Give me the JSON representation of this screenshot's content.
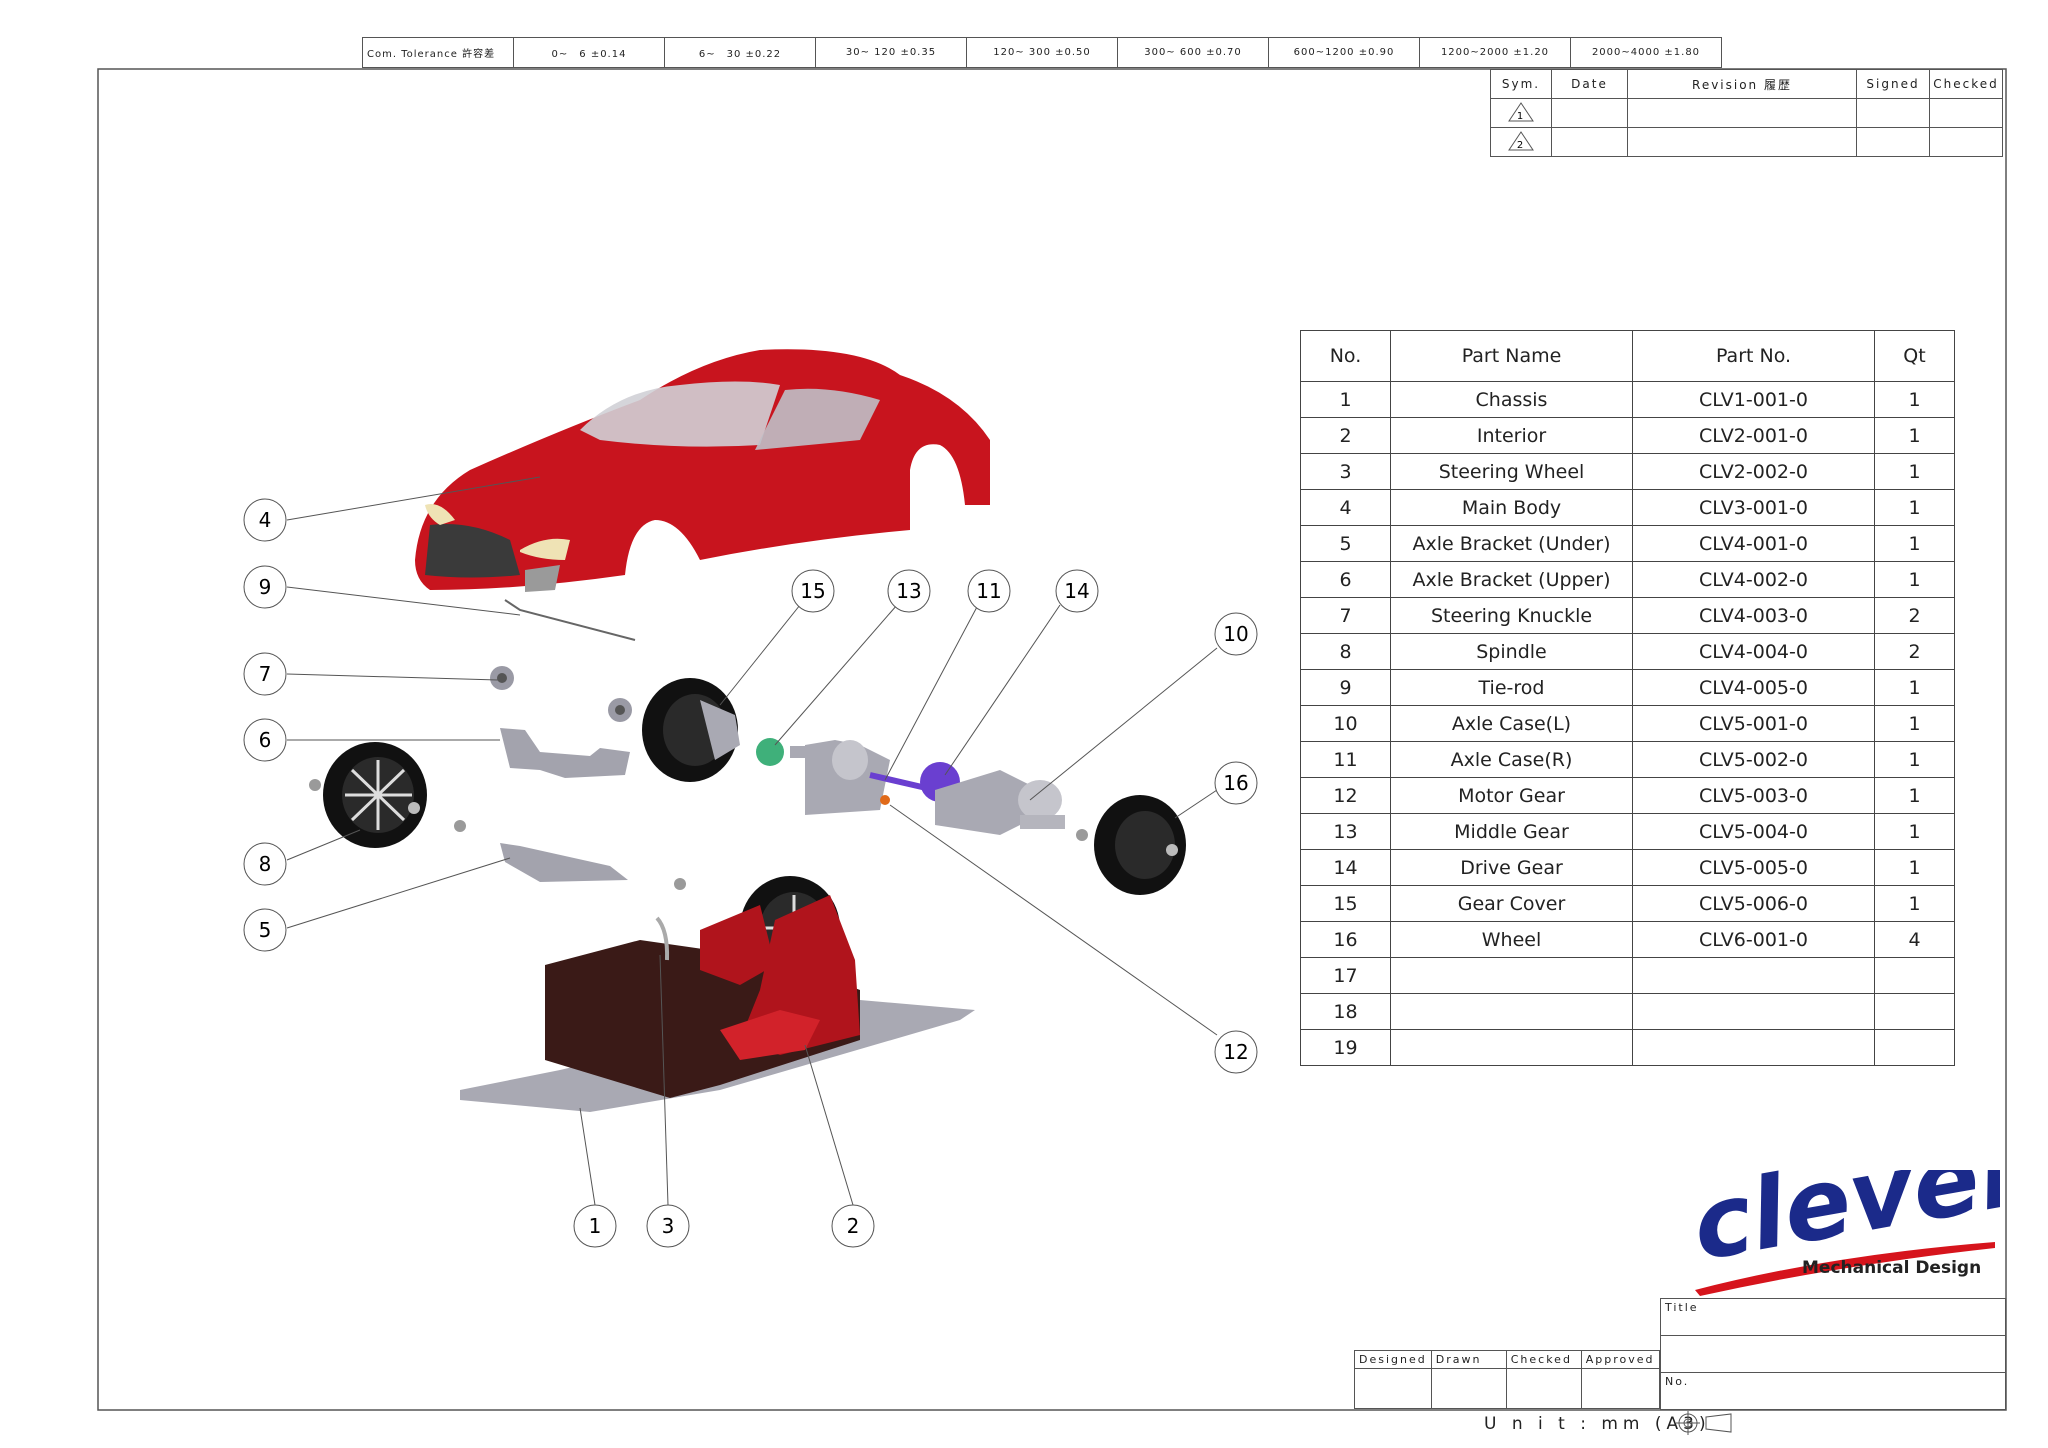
{
  "tolerance": {
    "label": "Com. Tolerance 許容差",
    "ranges": [
      "0~　6 ±0.14",
      "6~　30 ±0.22",
      "30~ 120 ±0.35",
      "120~ 300 ±0.50",
      "300~ 600 ±0.70",
      "600~1200 ±0.90",
      "1200~2000 ±1.20",
      "2000~4000 ±1.80"
    ]
  },
  "revision": {
    "headers": [
      "Sym.",
      "Date",
      "Revision 履歴",
      "Signed",
      "Checked"
    ],
    "symbols": [
      "1",
      "2"
    ]
  },
  "bom": {
    "headers": [
      "No.",
      "Part Name",
      "Part No.",
      "Qt"
    ],
    "rows": [
      {
        "no": "1",
        "name": "Chassis",
        "part": "CLV1-001-0",
        "qt": "1"
      },
      {
        "no": "2",
        "name": "Interior",
        "part": "CLV2-001-0",
        "qt": "1"
      },
      {
        "no": "3",
        "name": "Steering Wheel",
        "part": "CLV2-002-0",
        "qt": "1"
      },
      {
        "no": "4",
        "name": "Main Body",
        "part": "CLV3-001-0",
        "qt": "1"
      },
      {
        "no": "5",
        "name": "Axle Bracket (Under)",
        "part": "CLV4-001-0",
        "qt": "1"
      },
      {
        "no": "6",
        "name": "Axle Bracket (Upper)",
        "part": "CLV4-002-0",
        "qt": "1"
      },
      {
        "no": "7",
        "name": "Steering Knuckle",
        "part": "CLV4-003-0",
        "qt": "2"
      },
      {
        "no": "8",
        "name": "Spindle",
        "part": "CLV4-004-0",
        "qt": "2"
      },
      {
        "no": "9",
        "name": "Tie-rod",
        "part": "CLV4-005-0",
        "qt": "1"
      },
      {
        "no": "10",
        "name": "Axle Case(L)",
        "part": "CLV5-001-0",
        "qt": "1"
      },
      {
        "no": "11",
        "name": "Axle Case(R)",
        "part": "CLV5-002-0",
        "qt": "1"
      },
      {
        "no": "12",
        "name": "Motor Gear",
        "part": "CLV5-003-0",
        "qt": "1"
      },
      {
        "no": "13",
        "name": "Middle Gear",
        "part": "CLV5-004-0",
        "qt": "1"
      },
      {
        "no": "14",
        "name": "Drive Gear",
        "part": "CLV5-005-0",
        "qt": "1"
      },
      {
        "no": "15",
        "name": "Gear Cover",
        "part": "CLV5-006-0",
        "qt": "1"
      },
      {
        "no": "16",
        "name": "Wheel",
        "part": "CLV6-001-0",
        "qt": "4"
      },
      {
        "no": "17",
        "name": "",
        "part": "",
        "qt": ""
      },
      {
        "no": "18",
        "name": "",
        "part": "",
        "qt": ""
      },
      {
        "no": "19",
        "name": "",
        "part": "",
        "qt": ""
      }
    ]
  },
  "callouts": [
    "1",
    "2",
    "3",
    "4",
    "5",
    "6",
    "7",
    "8",
    "9",
    "10",
    "11",
    "12",
    "13",
    "14",
    "15",
    "16"
  ],
  "logo": {
    "word": "clever",
    "subtitle": "Mechanical Design",
    "color": "#1b2a8a",
    "swoosh": "#d6141c"
  },
  "titleblock": {
    "title_label": "Title",
    "no_label": "No.",
    "roles": [
      "Designed",
      "Drawn",
      "Checked",
      "Approved"
    ]
  },
  "unit": "U n i t : mm (A3)",
  "colors": {
    "body": "#c8141e",
    "tire": "#111111",
    "part_gray": "#a9a9b3",
    "gear_green": "#3fb07a",
    "gear_purple": "#6a3fd0",
    "seat": "#b0141c",
    "interior": "#3a1a17"
  }
}
